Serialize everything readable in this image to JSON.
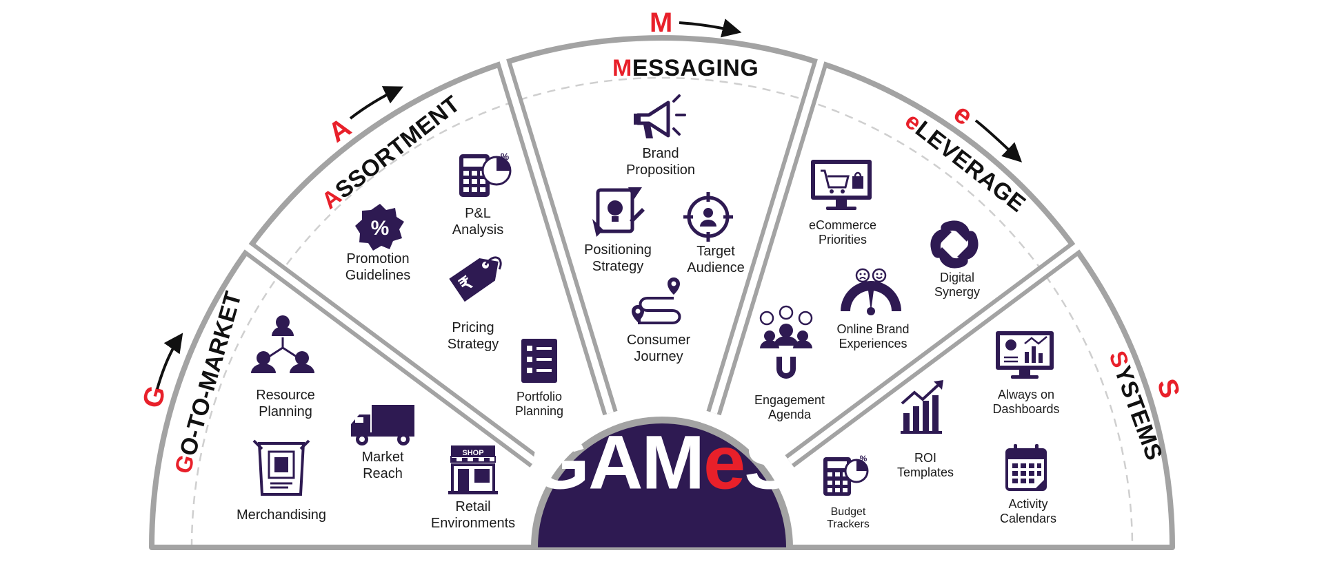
{
  "hub": {
    "g": "GAM",
    "e": "e",
    "s": "S"
  },
  "letters": {
    "g": "G",
    "a": "A",
    "m": "M",
    "e": "e",
    "s": "S"
  },
  "sections": {
    "gtm": {
      "first": "G",
      "rest": "O-TO-MARKET"
    },
    "assortment": {
      "first": "A",
      "rest": "SSORTMENT"
    },
    "messaging": {
      "first": "M",
      "rest": "ESSAGING"
    },
    "eleverage": {
      "first": "e",
      "rest": "LEVERAGE"
    },
    "systems": {
      "first": "S",
      "rest": "YSTEMS"
    }
  },
  "items": {
    "resource_planning": "Resource\nPlanning",
    "merchandising": "Merchandising",
    "market_reach": "Market\nReach",
    "retail_environments": "Retail\nEnvironments",
    "shop_sign": "SHOP",
    "promotion_guidelines": "Promotion\nGuidelines",
    "pl_analysis": "P&L\nAnalysis",
    "pricing_strategy": "Pricing\nStrategy",
    "portfolio_planning": "Portfolio\nPlanning",
    "brand_proposition": "Brand\nProposition",
    "positioning_strategy": "Positioning\nStrategy",
    "target_audience": "Target\nAudience",
    "consumer_journey": "Consumer\nJourney",
    "ecommerce_priorities": "eCommerce\nPriorities",
    "digital_synergy": "Digital\nSynergy",
    "online_brand_experiences": "Online Brand\nExperiences",
    "engagement_agenda": "Engagement\nAgenda",
    "always_on_dashboards": "Always on\nDashboards",
    "roi_templates": "ROI\nTemplates",
    "activity_calendars": "Activity\nCalendars",
    "budget_trackers": "Budget\nTrackers"
  },
  "colors": {
    "primary": "#2e1a52",
    "accent": "#e8202a",
    "frame": "#a3a3a3",
    "dash": "#cfcfcf"
  }
}
